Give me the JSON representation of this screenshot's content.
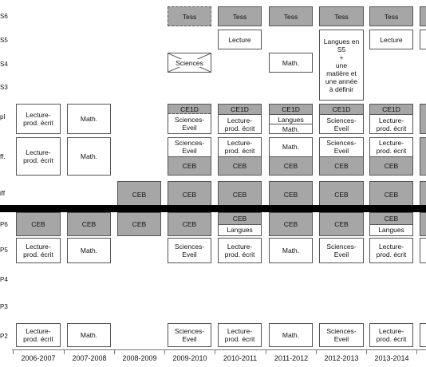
{
  "row_labels": [
    "S6",
    "S5",
    "S4",
    "S3",
    "pl",
    "ff.",
    "iff",
    "P6",
    "P5",
    "P4",
    "P3",
    "P2"
  ],
  "years": [
    "2006-2007",
    "2007-2008",
    "2008-2009",
    "2009-2010",
    "2010-2011",
    "2011-2012",
    "2012-2013",
    "2013-2014"
  ],
  "cells": {
    "tess": "Tess",
    "lecture": "Lecture",
    "langues_s5": "Langues en\nS5\n+\nune\nmatière et\nune année\nà définir",
    "sciences": "Sciences",
    "math": "Math.",
    "ce1d": "CE1D",
    "sciences_eveil": "Sciences-\nEveil",
    "lecture_prod": "Lecture-\nprod. écrit",
    "langues": "Langues",
    "ceb": "CEB"
  }
}
